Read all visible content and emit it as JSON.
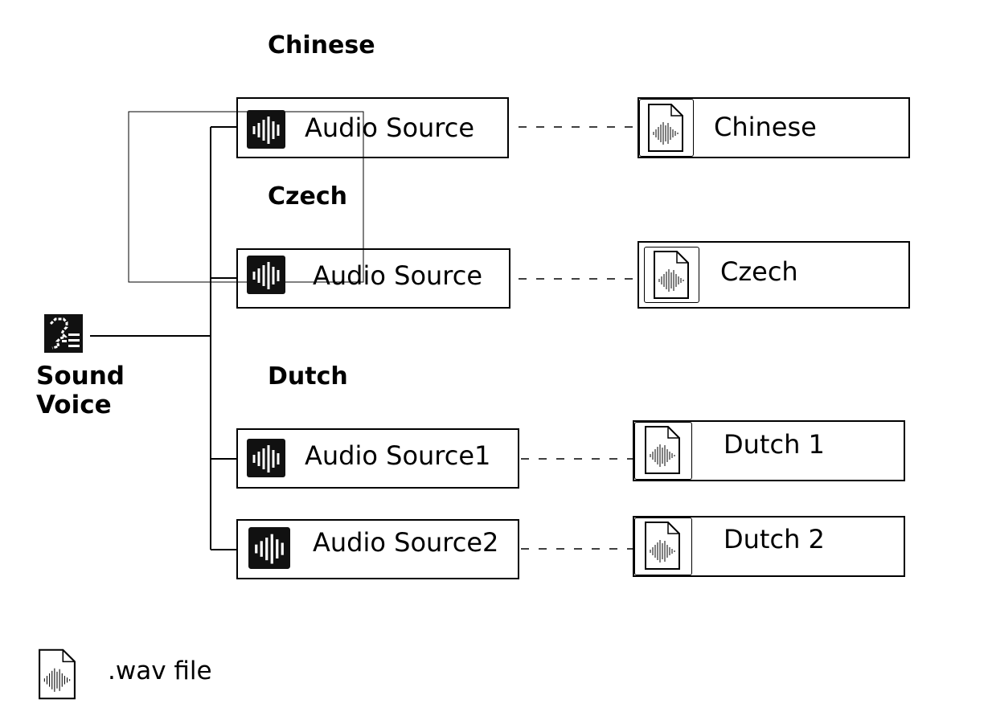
{
  "voice": {
    "line1": "Sound",
    "line2": "Voice",
    "icon": "sound-voice-icon"
  },
  "sections": [
    "Chinese",
    "Czech",
    "Dutch"
  ],
  "sources": [
    "Audio Source",
    "Audio Source",
    "Audio Source1",
    "Audio Source2"
  ],
  "files": [
    "Chinese",
    "Czech",
    "Dutch 1",
    "Dutch 2"
  ],
  "legend": {
    "label": ".wav file",
    "icon": "wav-file-icon"
  }
}
